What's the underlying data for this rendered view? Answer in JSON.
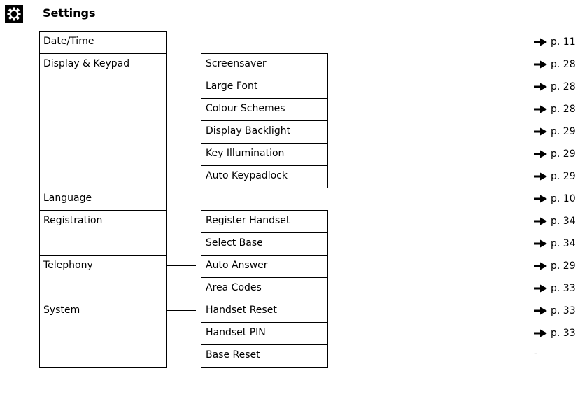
{
  "title": "Settings",
  "header_icon": "gear-icon",
  "arrow_icon": "arrow-right-icon",
  "menu": [
    {
      "label": "Date/Time",
      "ref": "p. 11"
    },
    {
      "label": "Display & Keypad",
      "children": [
        {
          "label": "Screensaver",
          "ref": "p. 28"
        },
        {
          "label": "Large Font",
          "ref": "p. 28"
        },
        {
          "label": "Colour Schemes",
          "ref": "p. 28"
        },
        {
          "label": "Display Backlight",
          "ref": "p. 29"
        },
        {
          "label": "Key Illumination",
          "ref": "p. 29"
        },
        {
          "label": "Auto Keypadlock",
          "ref": "p. 29"
        }
      ]
    },
    {
      "label": "Language",
      "ref": "p. 10"
    },
    {
      "label": "Registration",
      "children": [
        {
          "label": "Register Handset",
          "ref": "p. 34"
        },
        {
          "label": "Select Base",
          "ref": "p. 34"
        }
      ]
    },
    {
      "label": "Telephony",
      "children": [
        {
          "label": "Auto Answer",
          "ref": "p. 29"
        },
        {
          "label": "Area Codes",
          "ref": "p. 33"
        }
      ]
    },
    {
      "label": "System",
      "children": [
        {
          "label": "Handset Reset",
          "ref": "p. 33"
        },
        {
          "label": "Handset PIN",
          "ref": "p. 33"
        },
        {
          "label": "Base Reset",
          "ref": "-"
        }
      ]
    }
  ]
}
